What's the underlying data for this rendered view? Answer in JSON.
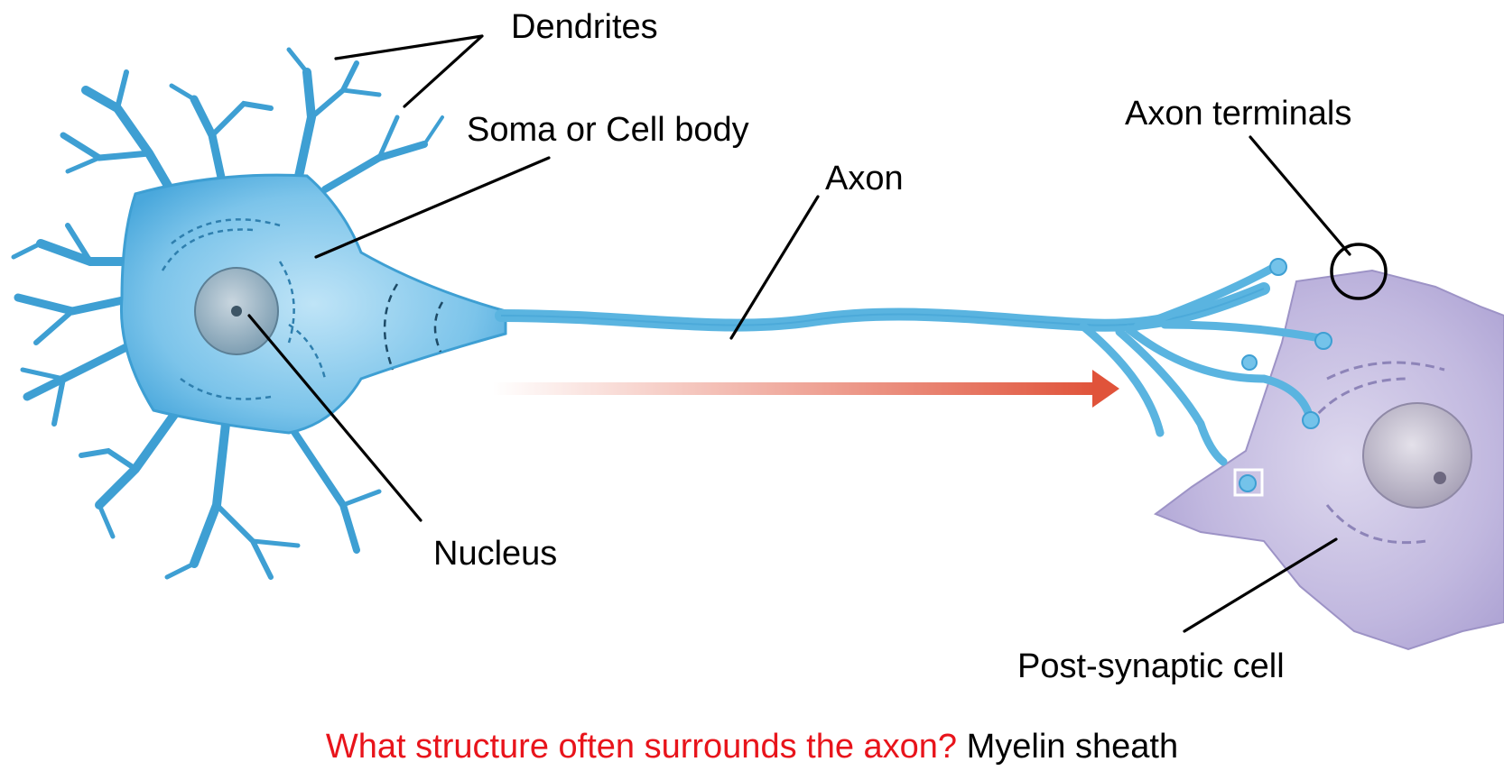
{
  "labels": {
    "dendrites": "Dendrites",
    "soma": "Soma or Cell body",
    "axon": "Axon",
    "axon_terminals": "Axon terminals",
    "nucleus": "Nucleus",
    "post_synaptic": "Post-synaptic cell"
  },
  "question": {
    "prompt": "What structure often surrounds the axon?",
    "answer": "Myelin sheath"
  },
  "colors": {
    "neuron": "#5ab4e0",
    "neuron_dark": "#2f8fc4",
    "post_cell": "#b7add6",
    "signal_arrow": "#e0533a",
    "question_text": "#e8141b"
  }
}
